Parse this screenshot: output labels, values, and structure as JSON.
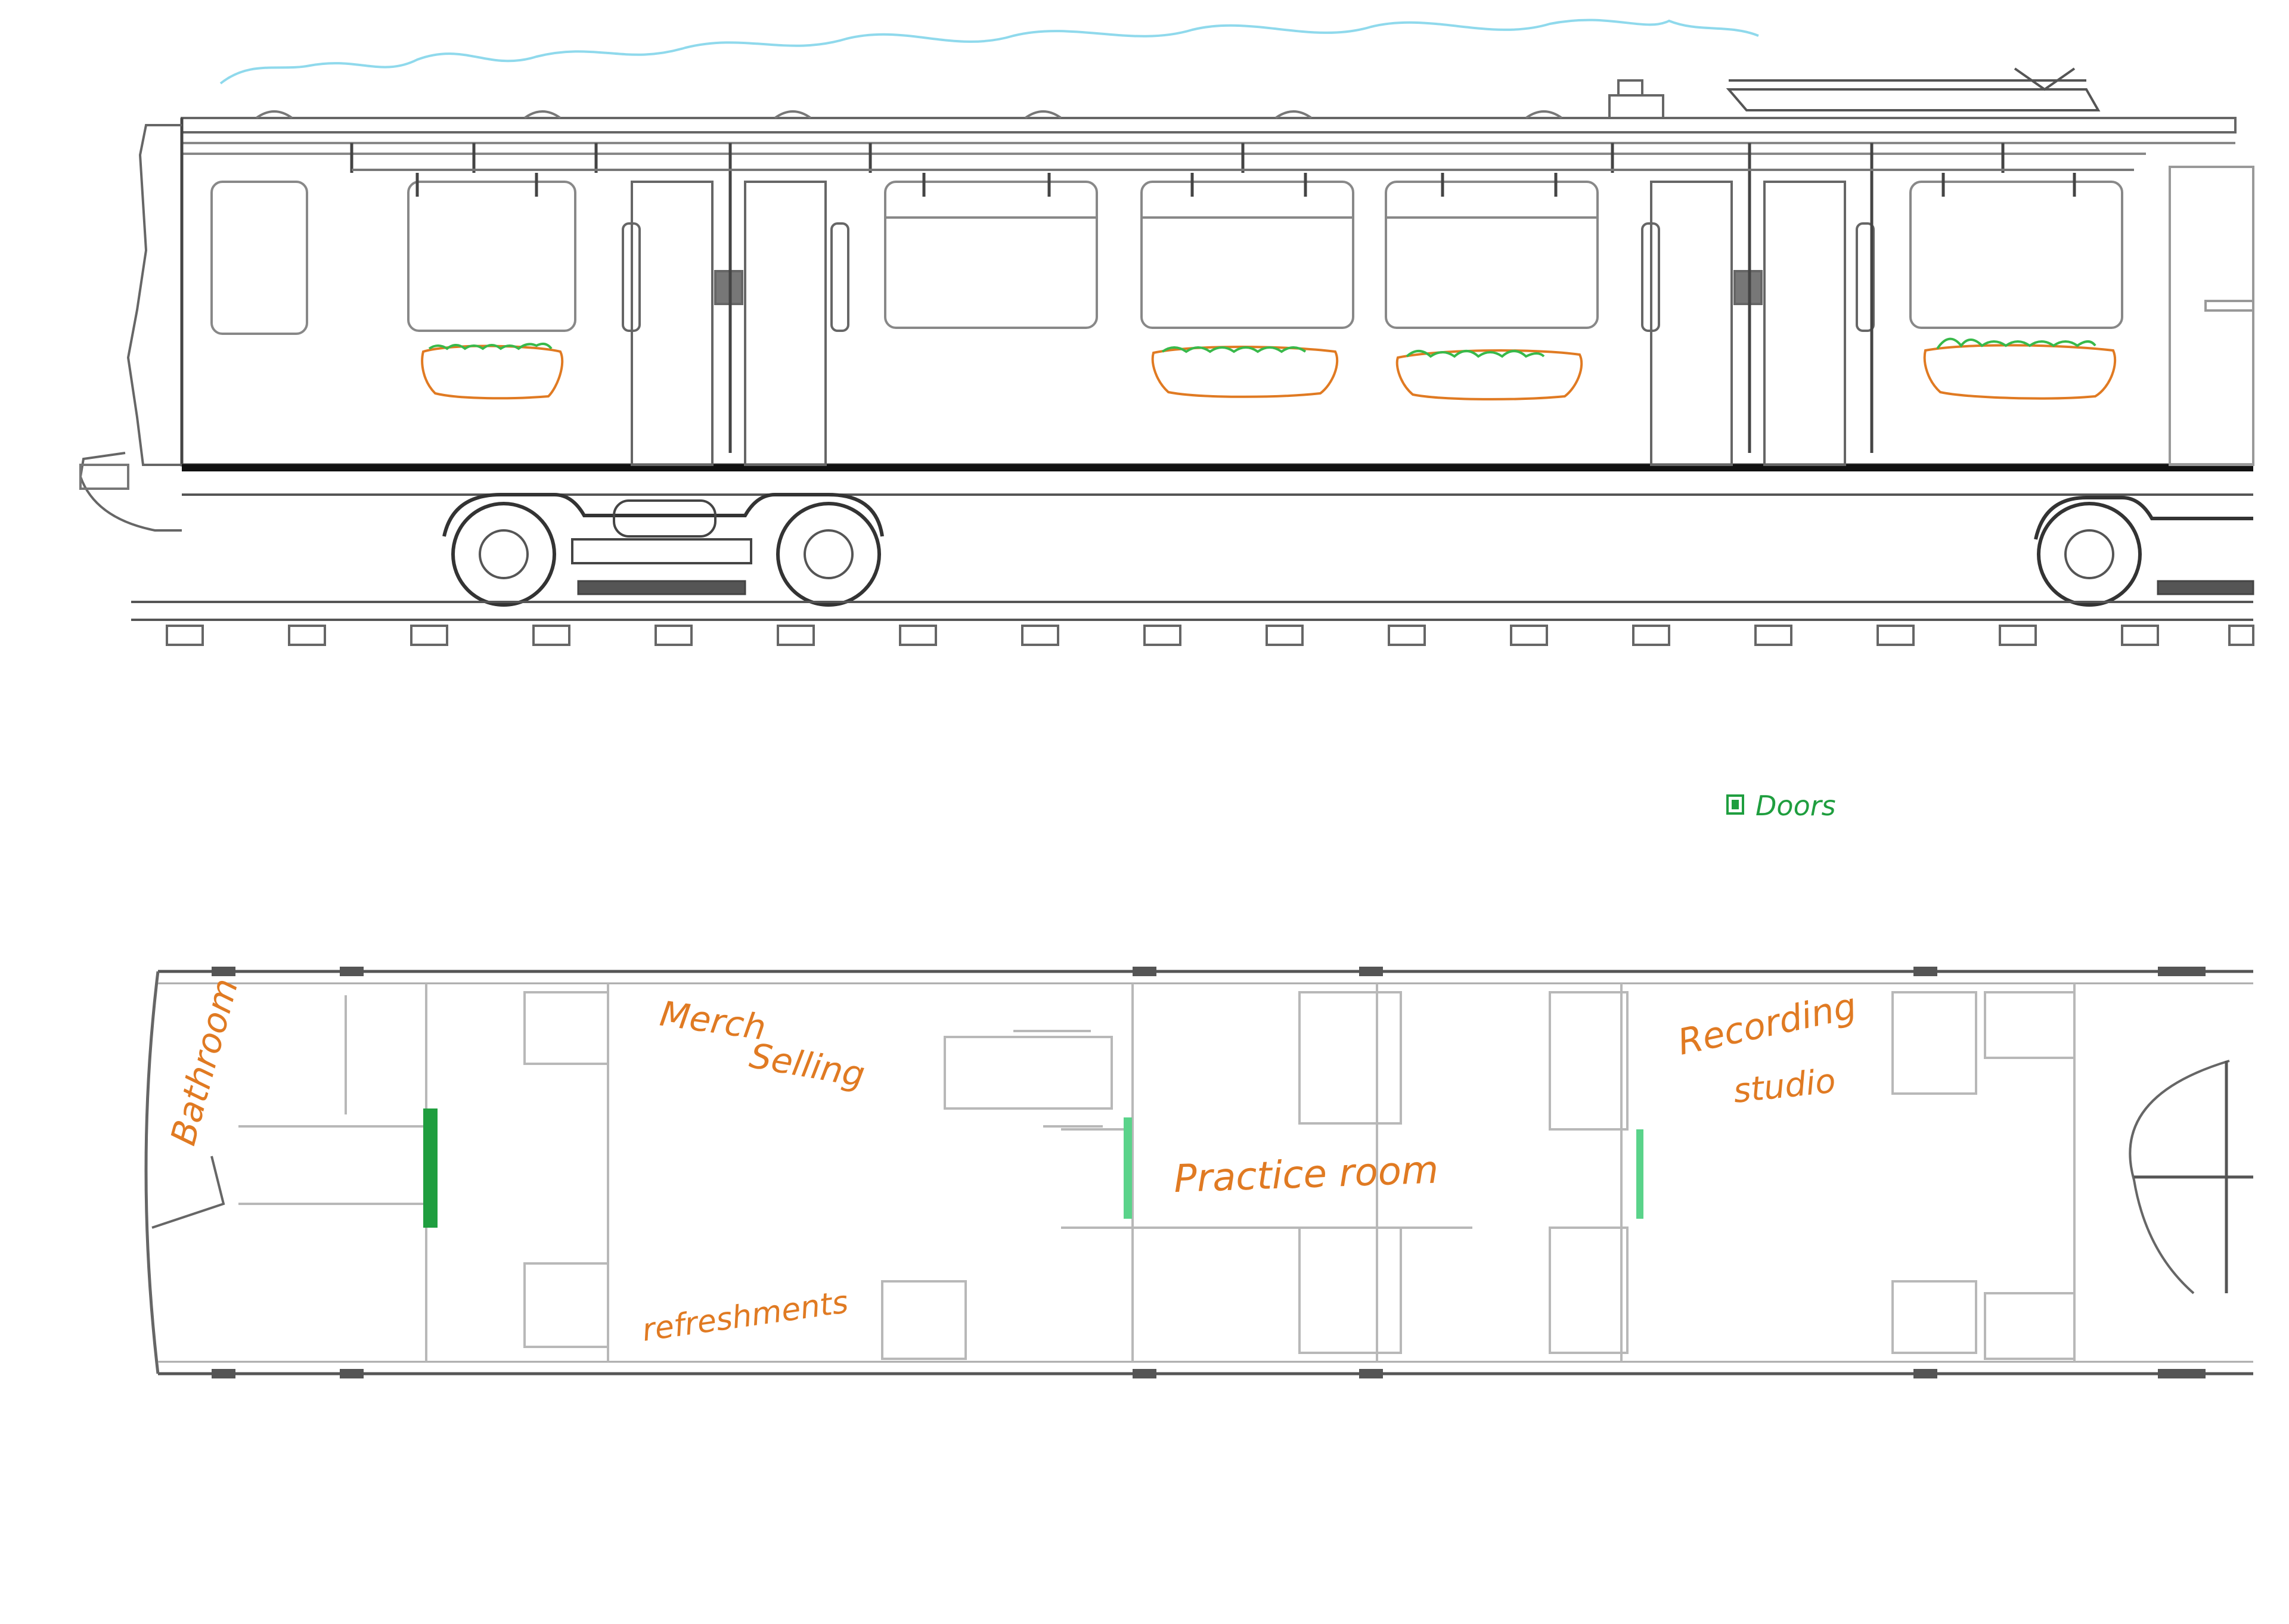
{
  "legend": {
    "label": "Doors"
  },
  "rooms": {
    "bathroom": "Bathroom",
    "merch_line1": "Merch",
    "merch_line2": "Selling",
    "refreshments": "refreshments",
    "practice": "Practice   room",
    "recording_line1": "Recording",
    "recording_line2": "studio"
  },
  "colors": {
    "outline": "#555555",
    "light": "#b8b8b8",
    "annotation": "#e07a22",
    "doors": "#1f9e3f",
    "doors_light": "#5ad38a",
    "plants": "#38b94a",
    "smoke": "#8fd9ec"
  }
}
